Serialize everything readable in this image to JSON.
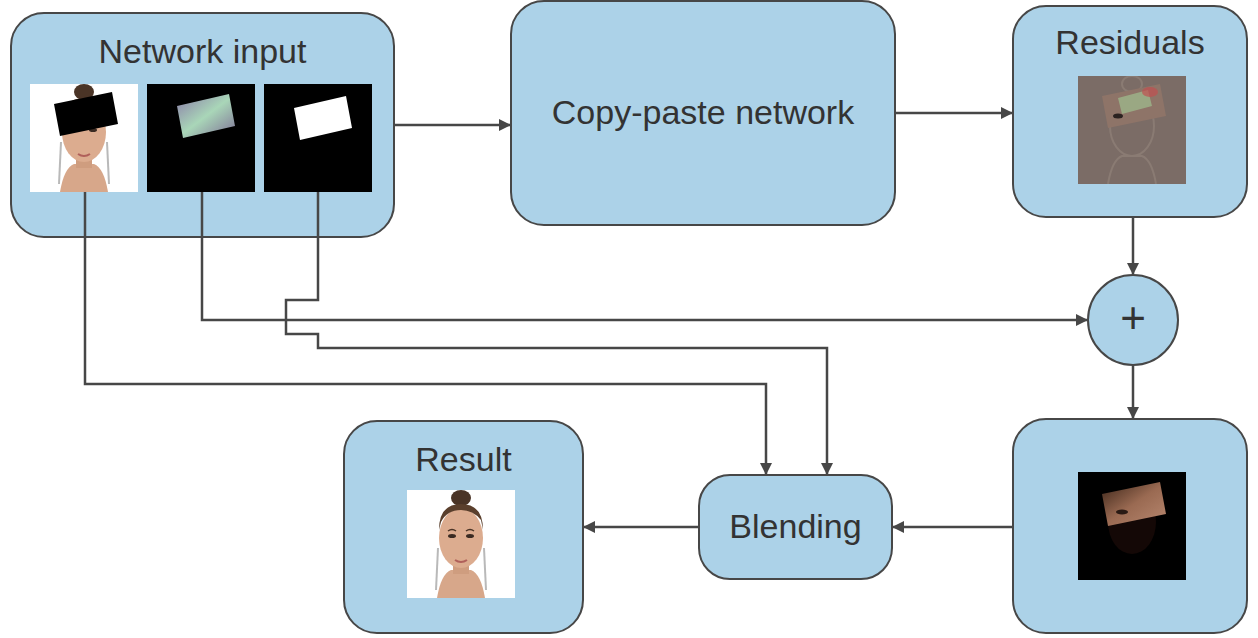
{
  "diagram": {
    "nodes": [
      {
        "text": [
          "Network input"
        ]
      },
      {
        "text": [
          "Copy-paste network"
        ]
      },
      {
        "text": [
          "Residuals"
        ]
      },
      {
        "text": [
          "+"
        ]
      },
      {
        "text": []
      },
      {
        "text": [
          "Blending"
        ]
      },
      {
        "text": [
          "Result"
        ]
      }
    ],
    "edges": [
      {
        "from": 0,
        "to": 1,
        "arrow": "to"
      },
      {
        "from": 1,
        "to": 2,
        "arrow": "to"
      },
      {
        "from": 2,
        "to": 3,
        "arrow": "to"
      },
      {
        "from": 0,
        "to": 3,
        "arrow": "to"
      },
      {
        "from": 0,
        "to": 5,
        "arrow": "to"
      },
      {
        "from": 0,
        "to": 5,
        "arrow": "to"
      },
      {
        "from": 3,
        "to": 4,
        "arrow": "to"
      },
      {
        "from": 4,
        "to": 5,
        "arrow": "to"
      },
      {
        "from": 5,
        "to": 6,
        "arrow": "to"
      }
    ]
  }
}
